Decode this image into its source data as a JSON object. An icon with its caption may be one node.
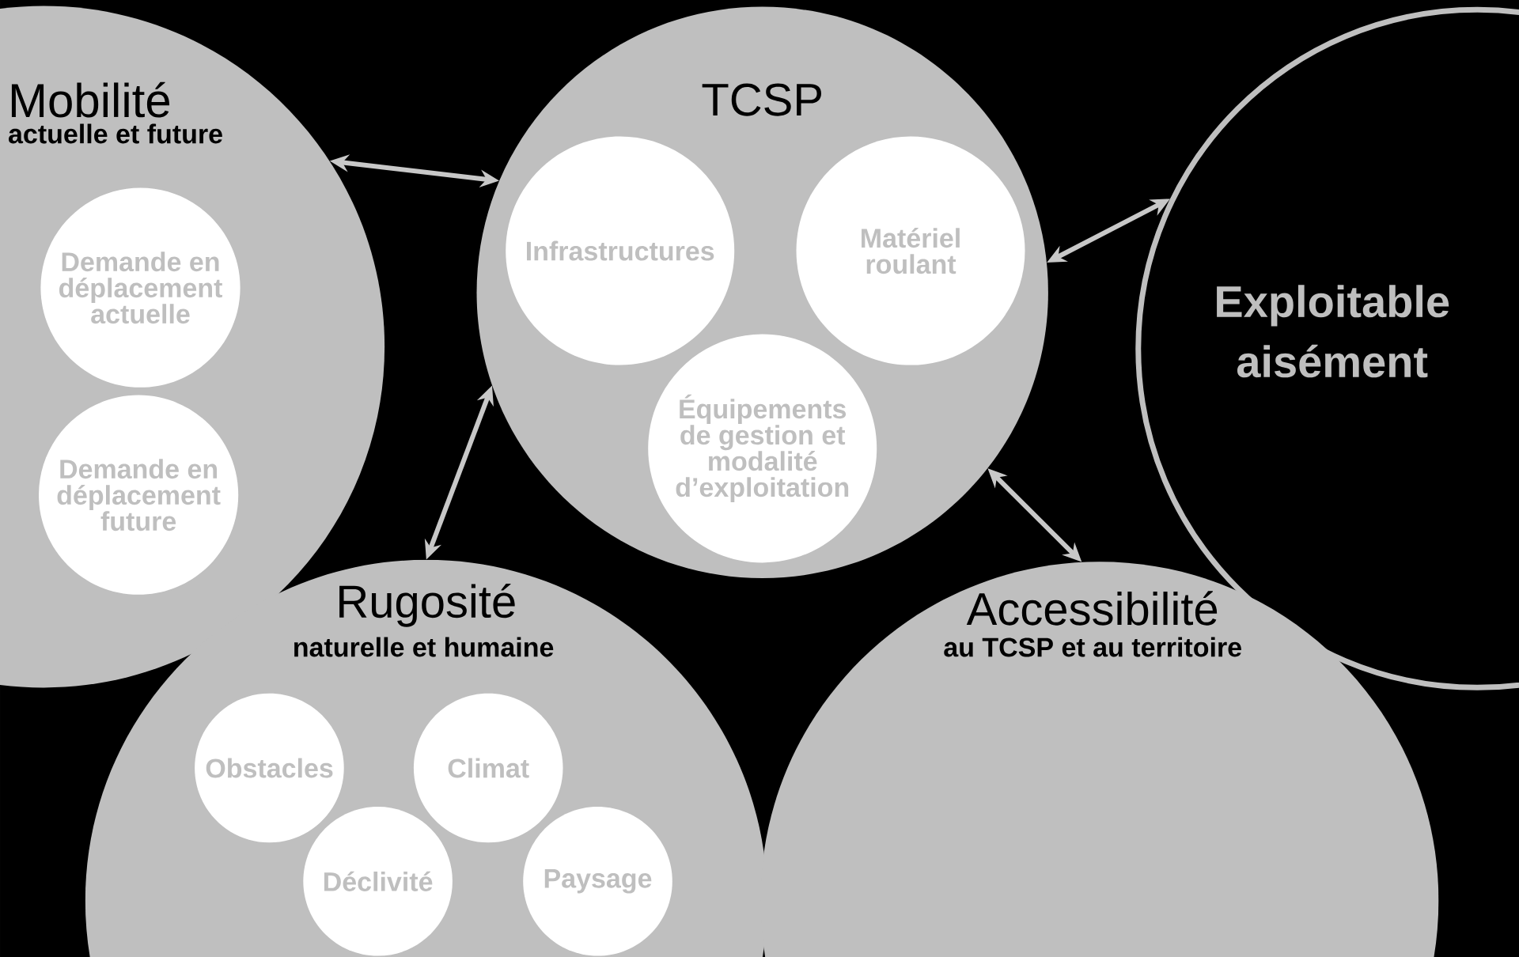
{
  "diagram": {
    "nodes": [
      {
        "text": [
          "Mobilité",
          "actuelle et future"
        ]
      },
      {
        "text": [
          "Demande en déplacement actuelle"
        ],
        "in": 0
      },
      {
        "text": [
          "Demande en déplacement future"
        ],
        "in": 0
      },
      {
        "text": [
          "TCSP"
        ]
      },
      {
        "text": [
          "Infrastructures"
        ],
        "in": 3
      },
      {
        "text": [
          "Matériel roulant"
        ],
        "in": 3
      },
      {
        "text": [
          "Équipements de gestion et modalité d’exploitation"
        ],
        "in": 3
      },
      {
        "text": [
          "Exploitable aisément"
        ]
      },
      {
        "text": [
          "Rugosité",
          "naturelle et humaine"
        ]
      },
      {
        "text": [
          "Obstacles"
        ],
        "in": 8
      },
      {
        "text": [
          "Climat"
        ],
        "in": 8
      },
      {
        "text": [
          "Déclivité"
        ],
        "in": 8
      },
      {
        "text": [
          "Paysage"
        ],
        "in": 8
      },
      {
        "text": [
          "Accessibilité",
          "au TCSP et au territoire"
        ]
      }
    ],
    "edges": [
      {
        "from": 0,
        "to": 3,
        "arrow": "both"
      },
      {
        "from": 3,
        "to": 8,
        "arrow": "both"
      },
      {
        "from": 3,
        "to": 13,
        "arrow": "both"
      },
      {
        "from": 3,
        "to": 7,
        "arrow": "both"
      }
    ]
  }
}
